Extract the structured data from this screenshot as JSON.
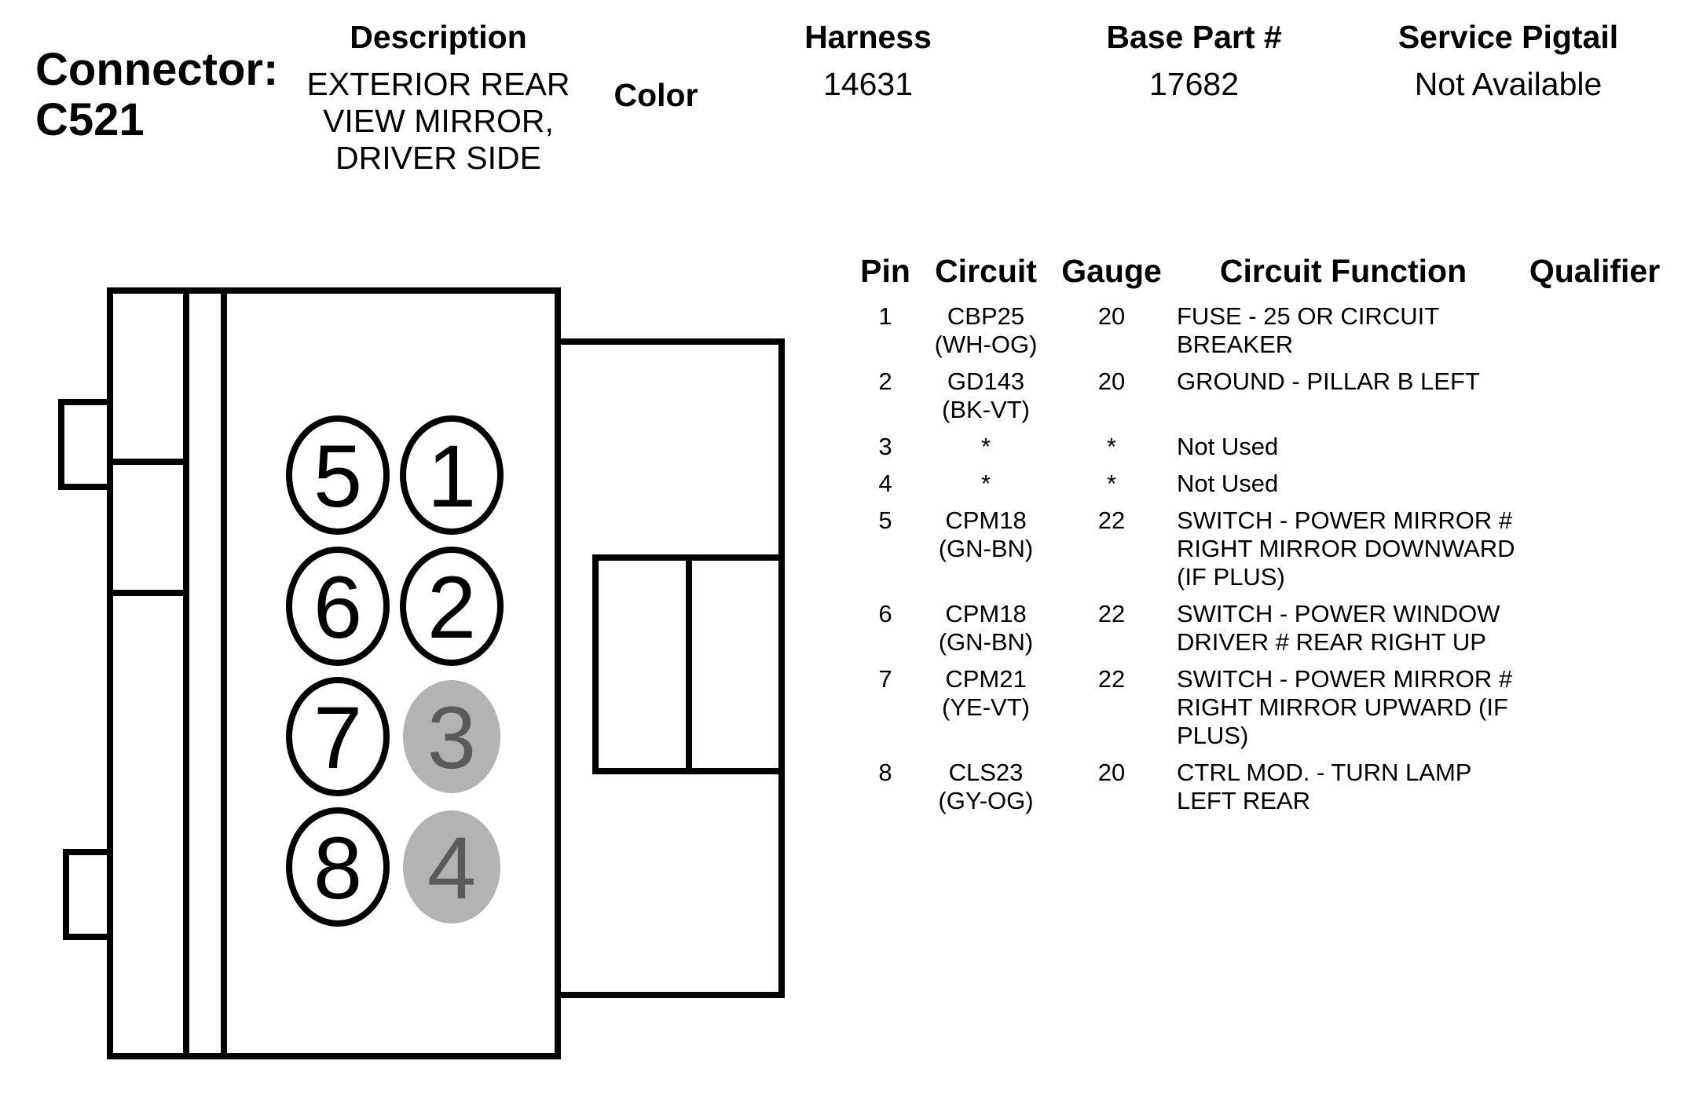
{
  "connector": {
    "label": "Connector:",
    "id": "C521"
  },
  "header": {
    "description_label": "Description",
    "description_lines": [
      "EXTERIOR REAR",
      "VIEW MIRROR,",
      "DRIVER SIDE"
    ],
    "color_label": "Color",
    "harness_label": "Harness",
    "harness_value": "14631",
    "base_part_label": "Base Part #",
    "base_part_value": "17682",
    "service_pigtail_label": "Service Pigtail",
    "service_pigtail_value": "Not Available"
  },
  "table": {
    "columns": [
      "Pin",
      "Circuit",
      "Gauge",
      "Circuit Function",
      "Qualifier"
    ],
    "rows": [
      {
        "pin": "1",
        "circuit": [
          "CBP25",
          "(WH-OG)"
        ],
        "gauge": "20",
        "function": [
          "FUSE - 25 OR CIRCUIT",
          "BREAKER"
        ],
        "qualifier": ""
      },
      {
        "pin": "2",
        "circuit": [
          "GD143",
          "(BK-VT)"
        ],
        "gauge": "20",
        "function": [
          "GROUND - PILLAR B LEFT"
        ],
        "qualifier": ""
      },
      {
        "pin": "3",
        "circuit": [
          "*"
        ],
        "gauge": "*",
        "function": [
          "Not Used"
        ],
        "qualifier": ""
      },
      {
        "pin": "4",
        "circuit": [
          "*"
        ],
        "gauge": "*",
        "function": [
          "Not Used"
        ],
        "qualifier": ""
      },
      {
        "pin": "5",
        "circuit": [
          "CPM18",
          "(GN-BN)"
        ],
        "gauge": "22",
        "function": [
          "SWITCH - POWER MIRROR #",
          "RIGHT MIRROR DOWNWARD",
          "(IF PLUS)"
        ],
        "qualifier": ""
      },
      {
        "pin": "6",
        "circuit": [
          "CPM18",
          "(GN-BN)"
        ],
        "gauge": "22",
        "function": [
          "SWITCH - POWER WINDOW",
          "DRIVER # REAR RIGHT UP"
        ],
        "qualifier": ""
      },
      {
        "pin": "7",
        "circuit": [
          "CPM21",
          "(YE-VT)"
        ],
        "gauge": "22",
        "function": [
          "SWITCH - POWER MIRROR #",
          "RIGHT MIRROR UPWARD (IF",
          "PLUS)"
        ],
        "qualifier": ""
      },
      {
        "pin": "8",
        "circuit": [
          "CLS23",
          "(GY-OG)"
        ],
        "gauge": "20",
        "function": [
          "CTRL MOD. - TURN LAMP",
          "LEFT REAR"
        ],
        "qualifier": ""
      }
    ]
  },
  "pins": [
    {
      "number": "5",
      "used": true
    },
    {
      "number": "1",
      "used": true
    },
    {
      "number": "6",
      "used": true
    },
    {
      "number": "2",
      "used": true
    },
    {
      "number": "7",
      "used": true
    },
    {
      "number": "3",
      "used": false
    },
    {
      "number": "8",
      "used": true
    },
    {
      "number": "4",
      "used": false
    }
  ],
  "colors": {
    "unused_pin_fill": "#b3b3b3",
    "unused_pin_text": "#5a5a5a",
    "outline": "#000000"
  }
}
